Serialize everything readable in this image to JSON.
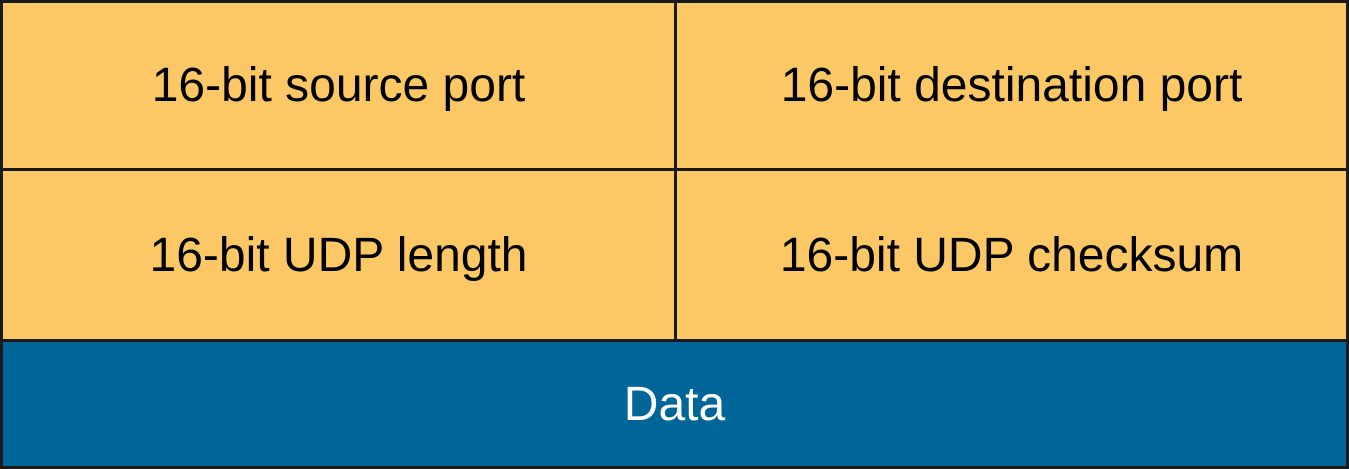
{
  "header_fields": [
    {
      "label": "16-bit source port"
    },
    {
      "label": "16-bit destination port"
    },
    {
      "label": "16-bit UDP length"
    },
    {
      "label": "16-bit UDP checksum"
    }
  ],
  "payload": {
    "label": "Data"
  },
  "colors": {
    "header_fill": "#fcc865",
    "data_fill": "#006699",
    "border": "#1a1a1a"
  }
}
